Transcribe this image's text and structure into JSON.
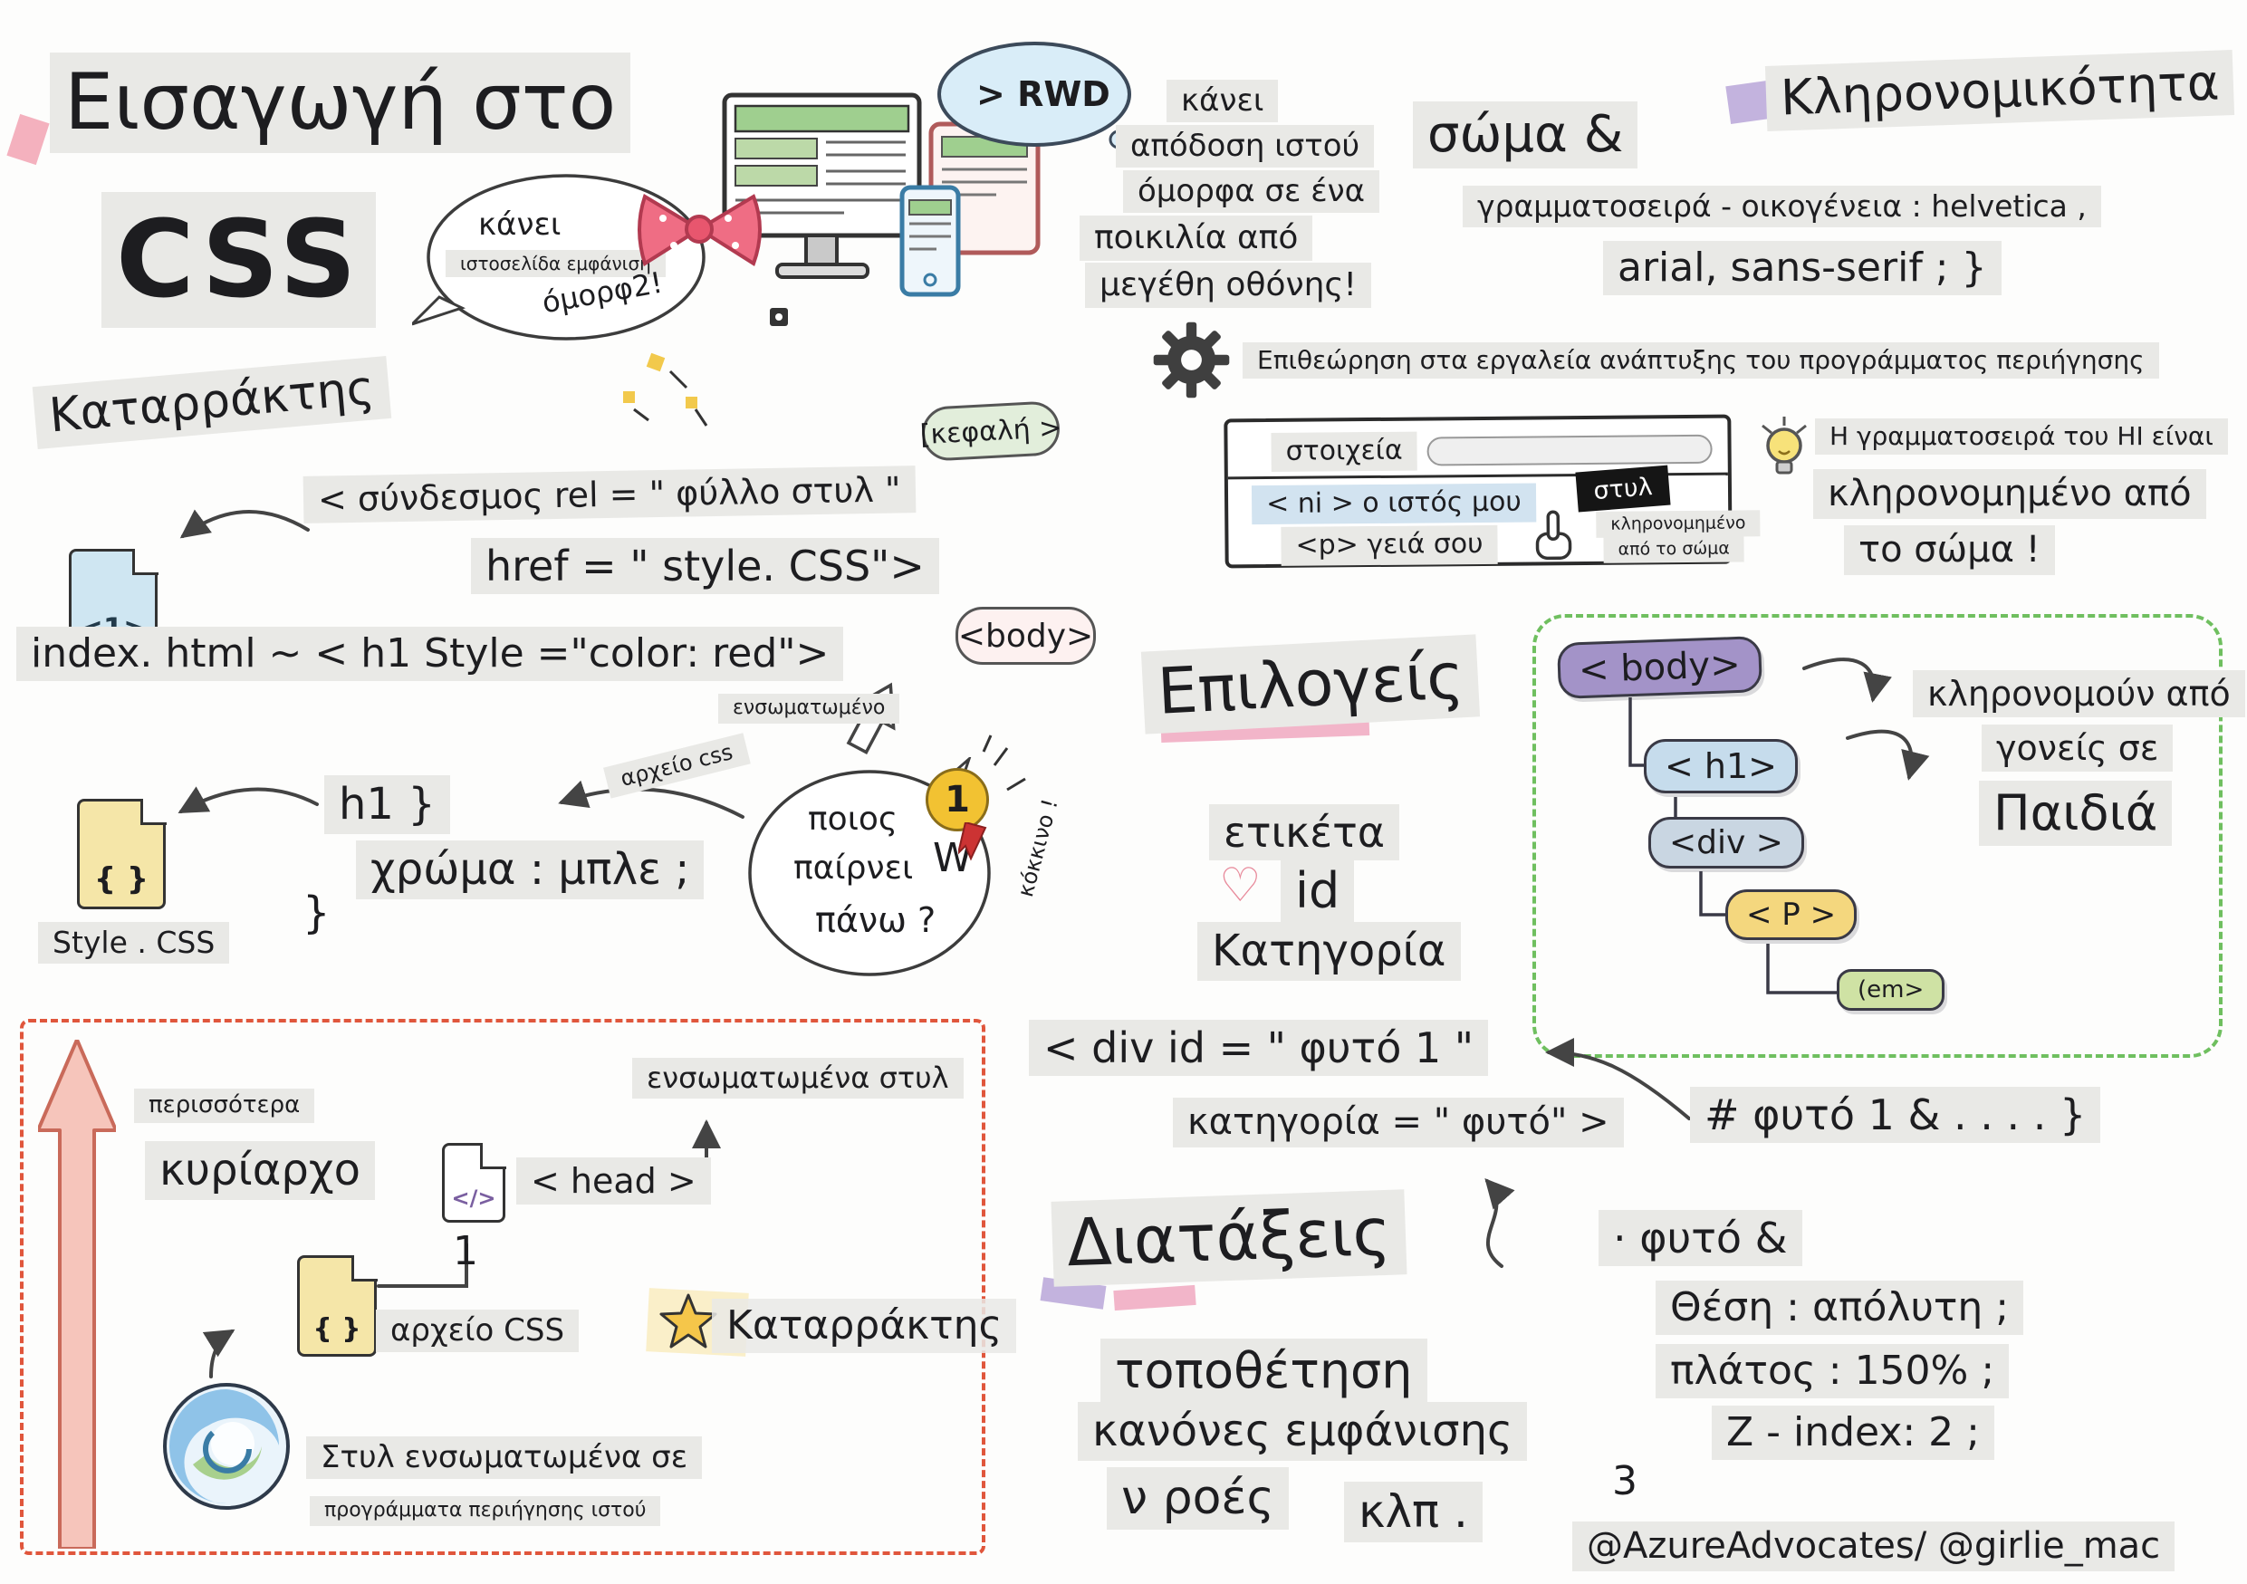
{
  "header": {
    "title_line1": "Εισαγωγή στο",
    "title_line2": "CSS"
  },
  "pretty": {
    "line1": "κάνει",
    "line2": "ιστοσελίδα εμφάνιση",
    "line3": "όμορφ2!"
  },
  "rwd": {
    "cloud": "> RWD",
    "line1": "κάνει",
    "line2": "απόδοση ιστού",
    "line3": "όμορφα σε ένα",
    "line4": "ποικιλία από",
    "line5": "μεγέθη οθόνης!"
  },
  "inheritance": {
    "soma": "σώμα &",
    "heading": "Κληρονομικότητα",
    "rule1": "γραμματοσειρά - οικογένεια : helvetica ,",
    "rule2": "arial, sans-serif ; }"
  },
  "devtools": {
    "caption": "Επιθεώρηση στα εργαλεία ανάπτυξης του προγράμματος περιήγησης",
    "tab": "στοιχεία",
    "html1": "< ni > ο ιστός μου",
    "html2": "<p> γειά σου",
    "styles_tab": "στυλ",
    "small1": "κληρονομημένο",
    "small2": "από το σώμα",
    "bulb_note": "Η γραμματοσειρά του HI είναι",
    "inherit1": "κληρονομημένο από",
    "inherit2": "το σώμα !"
  },
  "cascade": {
    "heading": "Καταρράκτης",
    "link1": "< σύνδεσμος rel = \" φύλλο στυλ \"",
    "link2": "href = \" style. CSS\">",
    "file_label": "<1>",
    "head_bubble": "[κεφαλή >",
    "index_line": "index. html ~ < h1 Style =\"color: red\">",
    "body_bubble": "<body>"
  },
  "stylesheet": {
    "inline_label": "ενσωματωμένο",
    "file_label": "αρχείο css",
    "rule1": "h1 }",
    "rule2": "χρώμα : μπλε ;",
    "rule3": "}",
    "file_icon": "{ }",
    "file_name": "Style . CSS",
    "cloud1": "ποιος",
    "cloud2": "παίρνει",
    "cloud_w": "W",
    "cloud3": "πάνω ?",
    "coin": "1",
    "red_note": "κόκκινο !"
  },
  "selectors": {
    "heading": "Επιλογείς",
    "tag": "ετικέτα",
    "id": "id",
    "class": "Κατηγορία"
  },
  "tree": {
    "body": "< body>",
    "h1": "< h1>",
    "div": "<div >",
    "p": "< P >",
    "em": "(em>",
    "cap1": "κληρονομούν από",
    "cap2": "γονείς σε",
    "cap3": "Παιδιά"
  },
  "specificity": {
    "more": "περισσότερα",
    "dominant": "κυρίαρχο",
    "inline_styles": "ενσωματωμένα στυλ",
    "head": "< head >",
    "one": "1",
    "file_icon": "{ }",
    "code_icon": "</>",
    "css_file": "αρχείο CSS",
    "cascade": "Καταρράκτης",
    "browser1": "Στυλ ενσωματωμένα σε",
    "browser2": "προγράμματα περιήγησης ιστού"
  },
  "div_example": {
    "line1": "< div id = \" φυτό 1 \"",
    "line2": "κατηγορία = \" φυτό\" >",
    "selector": "# φυτό 1 & . . . . }"
  },
  "layouts": {
    "heading": "Διατάξεις",
    "item1": "τοποθέτηση",
    "item2": "κανόνες εμφάνισης",
    "item3": "ν ροές",
    "item4": "κλπ ."
  },
  "rules": {
    "line1": "· φυτό &",
    "line2": "Θέση : απόλυτη ;",
    "line3": "πλάτος : 150% ;",
    "line4": "Z - index: 2 ;",
    "line5": "3"
  },
  "footer": {
    "credit": "@AzureAdvocates/ @girlie_mac"
  },
  "colors": {
    "highlight": "#e9e9e6",
    "green_dash": "#6fbf5f",
    "red_dash": "#e0563c",
    "node_purple": "#a393c8",
    "node_blue": "#c6dcec",
    "node_yellow": "#f4d77e",
    "node_green": "#cfe2a4",
    "pink_tape": "#f0a8c0",
    "coin_yellow": "#f2c232"
  }
}
